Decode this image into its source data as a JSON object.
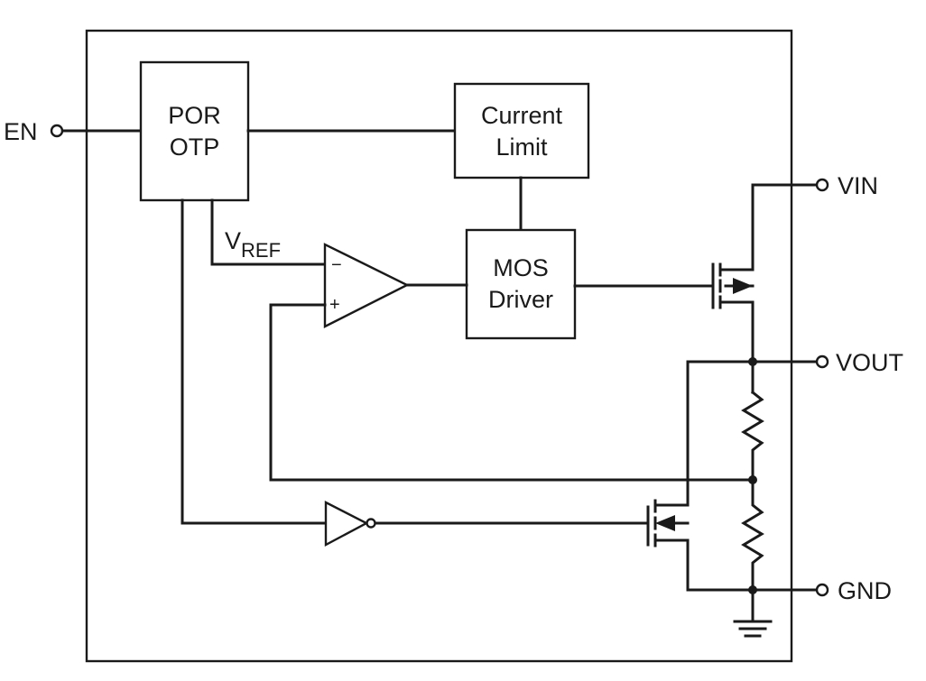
{
  "blocks": {
    "por_otp": {
      "line1": "POR",
      "line2": "OTP"
    },
    "current_limit": {
      "line1": "Current",
      "line2": "Limit"
    },
    "mos_driver": {
      "line1": "MOS",
      "line2": "Driver"
    }
  },
  "pins": {
    "en": "EN",
    "vin": "VIN",
    "vout": "VOUT",
    "gnd": "GND"
  },
  "signals": {
    "vref_main": "V",
    "vref_sub": "REF"
  },
  "opamp": {
    "minus": "−",
    "plus": "+"
  },
  "colors": {
    "ink": "#1a1a1a",
    "background": "#ffffff"
  }
}
